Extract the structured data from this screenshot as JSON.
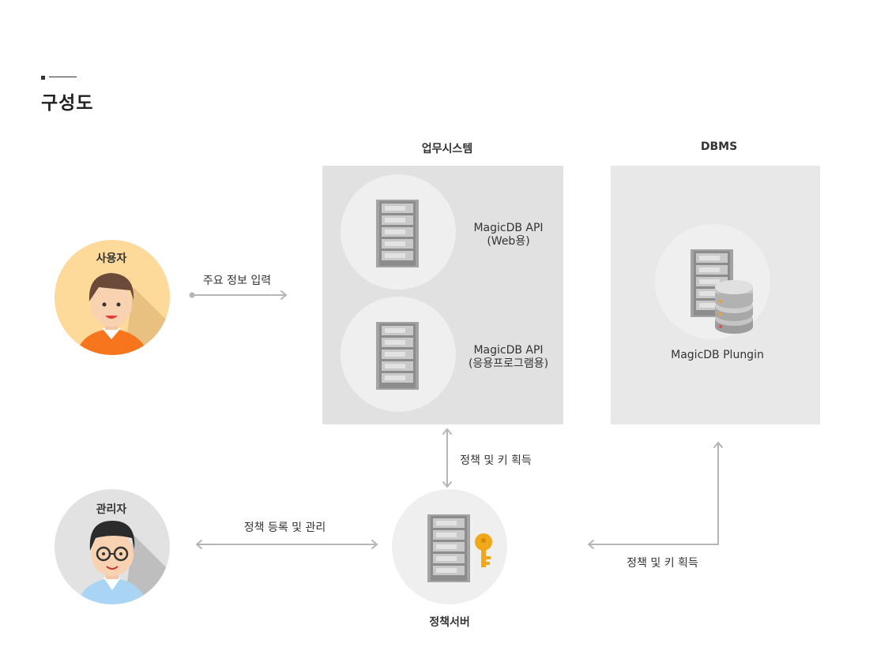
{
  "page": {
    "title": "구성도"
  },
  "actors": {
    "user": {
      "label": "사용자"
    },
    "admin": {
      "label": "관리자"
    }
  },
  "groups": {
    "business_system": {
      "title": "업무시스템"
    },
    "dbms": {
      "title": "DBMS"
    }
  },
  "nodes": {
    "api_web": {
      "line1": "MagicDB API",
      "line2": "(Web용)"
    },
    "api_app": {
      "line1": "MagicDB API",
      "line2": "(응용프로그램용)"
    },
    "plugin": {
      "label": "MagicDB Plungin"
    },
    "policy_server": {
      "label": "정책서버"
    }
  },
  "edges": {
    "user_input": "주요 정보 입력",
    "admin_policy": "정책 등록 및 관리",
    "policy_key_system": "정책 및 키 획득",
    "policy_key_dbms": "정책 및 키 획득"
  },
  "colors": {
    "panel": "#e1e1e1",
    "panel_dbms": "#e8e8e8",
    "circle": "#efefef",
    "arrow": "#b5b5b5",
    "user_bg": "#fdd99a",
    "admin_bg": "#e2e2e2",
    "shirt_user": "#f7751c",
    "shirt_admin": "#a9d4f4",
    "key": "#f0a818",
    "server": "#9a9a9a"
  },
  "icons": {
    "server": "server-rack-icon",
    "database": "database-stack-icon",
    "key": "key-icon",
    "user": "user-avatar-icon",
    "admin": "admin-avatar-icon"
  }
}
